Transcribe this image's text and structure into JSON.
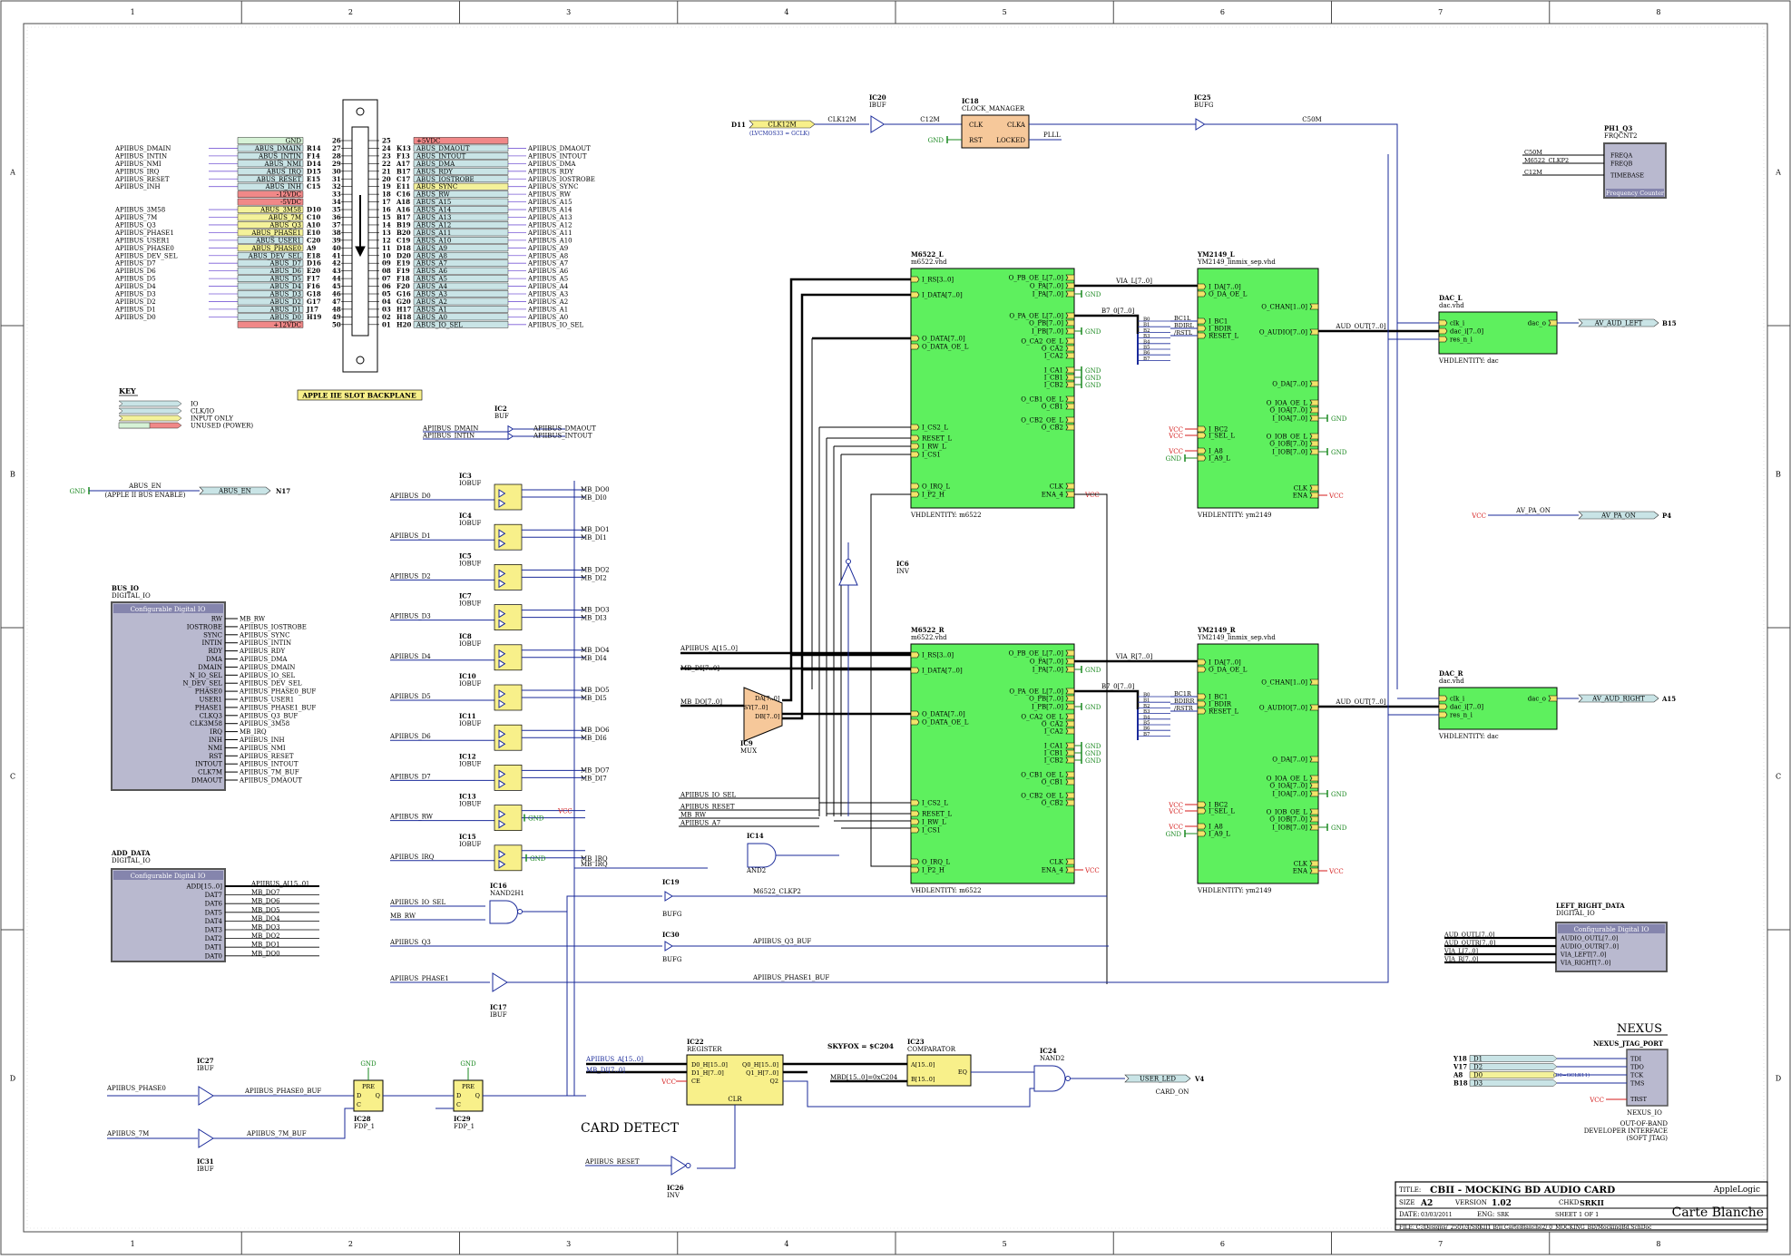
{
  "frame": {
    "columns": [
      "1",
      "2",
      "3",
      "4",
      "5",
      "6",
      "7",
      "8"
    ],
    "rows": [
      "A",
      "B",
      "C",
      "D"
    ]
  },
  "legend": {
    "title": "KEY",
    "items": [
      "IO",
      "CLK/IO",
      "INPUT ONLY",
      "UNUSED (POWER)"
    ]
  },
  "backplane": {
    "title": "APPLE IIE SLOT BACKPLANE",
    "left_rows": [
      {
        "sig": "",
        "lbl": "GND",
        "pin": "",
        "num": "26",
        "kind": "gnd"
      },
      {
        "sig": "APIIBUS_DMAIN",
        "lbl": "ABUS_DMAIN",
        "pin": "R14",
        "num": "27",
        "kind": "io"
      },
      {
        "sig": "APIIBUS_INTIN",
        "lbl": "ABUS_INTIN",
        "pin": "F14",
        "num": "28",
        "kind": "io"
      },
      {
        "sig": "APIIBUS_NMI",
        "lbl": "ABUS_NMI",
        "pin": "D14",
        "num": "29",
        "kind": "io"
      },
      {
        "sig": "APIIBUS_IRQ",
        "lbl": "ABUS_IRQ",
        "pin": "D15",
        "num": "30",
        "kind": "io"
      },
      {
        "sig": "APIIBUS_RESET",
        "lbl": "ABUS_RESET",
        "pin": "E15",
        "num": "31",
        "kind": "io"
      },
      {
        "sig": "APIIBUS_INH",
        "lbl": "ABUS_INH",
        "pin": "C15",
        "num": "32",
        "kind": "io"
      },
      {
        "sig": "",
        "lbl": "-12VDC",
        "pin": "",
        "num": "33",
        "kind": "pwr"
      },
      {
        "sig": "",
        "lbl": "-5VDC",
        "pin": "",
        "num": "34",
        "kind": "pwr"
      },
      {
        "sig": "APIIBUS_3M58",
        "lbl": "ABUS_3M58",
        "pin": "D10",
        "num": "35",
        "kind": "in"
      },
      {
        "sig": "APIIBUS_7M",
        "lbl": "ABUS_7M",
        "pin": "C10",
        "num": "36",
        "kind": "in"
      },
      {
        "sig": "APIIBUS_Q3",
        "lbl": "ABUS_Q3",
        "pin": "A10",
        "num": "37",
        "kind": "in"
      },
      {
        "sig": "APIIBUS_PHASE1",
        "lbl": "ABUS_PHASE1",
        "pin": "E10",
        "num": "38",
        "kind": "in"
      },
      {
        "sig": "APIIBUS_USER1",
        "lbl": "ABUS_USER1",
        "pin": "C20",
        "num": "39",
        "kind": "io"
      },
      {
        "sig": "APIIBUS_PHASE0",
        "lbl": "ABUS_PHASE0",
        "pin": "A9",
        "num": "40",
        "kind": "in"
      },
      {
        "sig": "APIIBUS_DEV_SEL",
        "lbl": "ABUS_DEV_SEL",
        "pin": "E18",
        "num": "41",
        "kind": "io"
      },
      {
        "sig": "APIIBUS_D7",
        "lbl": "ABUS_D7",
        "pin": "D16",
        "num": "42",
        "kind": "io"
      },
      {
        "sig": "APIIBUS_D6",
        "lbl": "ABUS_D6",
        "pin": "E20",
        "num": "43",
        "kind": "io"
      },
      {
        "sig": "APIIBUS_D5",
        "lbl": "ABUS_D5",
        "pin": "F17",
        "num": "44",
        "kind": "io"
      },
      {
        "sig": "APIIBUS_D4",
        "lbl": "ABUS_D4",
        "pin": "F16",
        "num": "45",
        "kind": "io"
      },
      {
        "sig": "APIIBUS_D3",
        "lbl": "ABUS_D3",
        "pin": "G18",
        "num": "46",
        "kind": "io"
      },
      {
        "sig": "APIIBUS_D2",
        "lbl": "ABUS_D2",
        "pin": "G17",
        "num": "47",
        "kind": "io"
      },
      {
        "sig": "APIIBUS_D1",
        "lbl": "ABUS_D1",
        "pin": "J17",
        "num": "48",
        "kind": "io"
      },
      {
        "sig": "APIIBUS_D0",
        "lbl": "ABUS_D0",
        "pin": "H19",
        "num": "49",
        "kind": "io"
      },
      {
        "sig": "",
        "lbl": "+12VDC",
        "pin": "",
        "num": "50",
        "kind": "pwr"
      }
    ],
    "right_rows": [
      {
        "num": "25",
        "pin": "",
        "lbl": "+5VDC",
        "sig": "",
        "kind": "pwr"
      },
      {
        "num": "24",
        "pin": "K13",
        "lbl": "ABUS_DMAOUT",
        "sig": "APIIBUS_DMAOUT",
        "kind": "io"
      },
      {
        "num": "23",
        "pin": "F13",
        "lbl": "ABUS_INTOUT",
        "sig": "APIIBUS_INTOUT",
        "kind": "io"
      },
      {
        "num": "22",
        "pin": "A17",
        "lbl": "ABUS_DMA",
        "sig": "APIIBUS_DMA",
        "kind": "io"
      },
      {
        "num": "21",
        "pin": "B17",
        "lbl": "ABUS_RDY",
        "sig": "APIIBUS_RDY",
        "kind": "io"
      },
      {
        "num": "20",
        "pin": "C17",
        "lbl": "ABUS_IOSTROBE",
        "sig": "APIIBUS_IOSTROBE",
        "kind": "io"
      },
      {
        "num": "19",
        "pin": "E11",
        "lbl": "ABUS_SYNC",
        "sig": "APIIBUS_SYNC",
        "kind": "in"
      },
      {
        "num": "18",
        "pin": "C16",
        "lbl": "ABUS_RW",
        "sig": "APIIBUS_RW",
        "kind": "io"
      },
      {
        "num": "17",
        "pin": "A18",
        "lbl": "ABUS_A15",
        "sig": "APIIBUS_A15",
        "kind": "io"
      },
      {
        "num": "16",
        "pin": "A16",
        "lbl": "ABUS_A14",
        "sig": "APIIBUS_A14",
        "kind": "io"
      },
      {
        "num": "15",
        "pin": "B17",
        "lbl": "ABUS_A13",
        "sig": "APIIBUS_A13",
        "kind": "io"
      },
      {
        "num": "14",
        "pin": "B19",
        "lbl": "ABUS_A12",
        "sig": "APIIBUS_A12",
        "kind": "io"
      },
      {
        "num": "13",
        "pin": "B20",
        "lbl": "ABUS_A11",
        "sig": "APIIBUS_A11",
        "kind": "io"
      },
      {
        "num": "12",
        "pin": "C19",
        "lbl": "ABUS_A10",
        "sig": "APIIBUS_A10",
        "kind": "io"
      },
      {
        "num": "11",
        "pin": "D18",
        "lbl": "ABUS_A9",
        "sig": "APIIBUS_A9",
        "kind": "io"
      },
      {
        "num": "10",
        "pin": "D20",
        "lbl": "ABUS_A8",
        "sig": "APIIBUS_A8",
        "kind": "io"
      },
      {
        "num": "09",
        "pin": "E19",
        "lbl": "ABUS_A7",
        "sig": "APIIBUS_A7",
        "kind": "io"
      },
      {
        "num": "08",
        "pin": "F19",
        "lbl": "ABUS_A6",
        "sig": "APIIBUS_A6",
        "kind": "io"
      },
      {
        "num": "07",
        "pin": "F18",
        "lbl": "ABUS_A5",
        "sig": "APIIBUS_A5",
        "kind": "io"
      },
      {
        "num": "06",
        "pin": "F20",
        "lbl": "ABUS_A4",
        "sig": "APIIBUS_A4",
        "kind": "io"
      },
      {
        "num": "05",
        "pin": "G16",
        "lbl": "ABUS_A3",
        "sig": "APIIBUS_A3",
        "kind": "io"
      },
      {
        "num": "04",
        "pin": "G20",
        "lbl": "ABUS_A2",
        "sig": "APIIBUS_A2",
        "kind": "io"
      },
      {
        "num": "03",
        "pin": "H17",
        "lbl": "ABUS_A1",
        "sig": "APIIBUS_A1",
        "kind": "io"
      },
      {
        "num": "02",
        "pin": "H18",
        "lbl": "ABUS_A0",
        "sig": "APIIBUS_A0",
        "kind": "io"
      },
      {
        "num": "01",
        "pin": "H20",
        "lbl": "ABUS_IO_SEL",
        "sig": "APIIBUS_IO_SEL",
        "kind": "io"
      }
    ]
  },
  "clocking": {
    "pad": "D11",
    "clk_pad": "CLK12M",
    "pad_note": "(LVCMOS33 = GCLK)",
    "net_clk12m": "CLK12M",
    "net_c12m": "C12M",
    "net_c50m": "C50M",
    "net_pll": "PLLL",
    "ic20": {
      "ref": "IC20",
      "type": "IBUF"
    },
    "ic18": {
      "ref": "IC18",
      "type": "CLOCK_MANAGER",
      "pins": [
        "CLK",
        "RST",
        "CLKA",
        "LOCKED"
      ]
    },
    "ic25": {
      "ref": "IC25",
      "type": "BUFG"
    },
    "gnd": "GND"
  },
  "freq_counter": {
    "ref": "PH1_Q3",
    "type": "FRQCNT2",
    "footer": "Frequency Counter",
    "pins": [
      "FREQA",
      "FREQB",
      "TIMEBASE"
    ],
    "nets": [
      "C50M",
      "M6522_CLKP2",
      "C12M"
    ]
  },
  "m6522_l": {
    "ref": "M6522_L",
    "file": "m6522.vhd",
    "entity": "VHDLENTITY: m6522",
    "left": [
      "I_RS[3..0]",
      "I_DATA[7..0]",
      "O_DATA[7..0]",
      "O_DATA_OE_L",
      "I_CS2_L",
      "RESET_L",
      "I_RW_L",
      "I_CS1",
      "O_IRQ_L",
      "I_P2_H"
    ],
    "right": [
      "O_PB_OE_L[7..0]",
      "O_PA[7..0]",
      "I_PA[7..0]",
      "O_PA_OE_L[7..0]",
      "O_PB[7..0]",
      "I_PB[7..0]",
      "O_CA2_OE_L",
      "O_CA2",
      "I_CA2",
      "I_CA1",
      "I_CB1",
      "I_CB2",
      "O_CB1_OE_L",
      "O_CB1",
      "O_CB2_OE_L",
      "O_CB2",
      "CLK",
      "ENA_4"
    ]
  },
  "m6522_r": {
    "ref": "M6522_R",
    "file": "m6522.vhd",
    "entity": "VHDLENTITY: m6522",
    "left": [
      "I_RS[3..0]",
      "I_DATA[7..0]",
      "O_DATA[7..0]",
      "O_DATA_OE_L",
      "I_CS2_L",
      "RESET_L",
      "I_RW_L",
      "I_CS1",
      "O_IRQ_L",
      "I_P2_H"
    ],
    "right": [
      "O_PB_OE_L[7..0]",
      "O_PA[7..0]",
      "I_PA[7..0]",
      "O_PA_OE_L[7..0]",
      "O_PB[7..0]",
      "I_PB[7..0]",
      "O_CA2_OE_L",
      "O_CA2",
      "I_CA2",
      "I_CA1",
      "I_CB1",
      "I_CB2",
      "O_CB1_OE_L",
      "O_CB1",
      "O_CB2_OE_L",
      "O_CB2",
      "CLK",
      "ENA_4"
    ]
  },
  "ym_l": {
    "ref": "YM2149_L",
    "file": "YM2149_linmix_sep.vhd",
    "entity": "VHDLENTITY: ym2149",
    "left": [
      "I_DA[7..0]",
      "O_DA_OE_L",
      "I_BC1",
      "I_BDIR",
      "RESET_L",
      "I_BC2",
      "I_SEL_L",
      "I_A8",
      "I_A9_L"
    ],
    "right": [
      "O_CHAN[1..0]",
      "O_AUDIO[7..0]",
      "O_DA[7..0]",
      "O_IOA_OE_L",
      "O_IOA[7..0]",
      "I_IOA[7..0]",
      "O_IOB_OE_L",
      "O_IOB[7..0]",
      "I_IOB[7..0]",
      "CLK",
      "ENA"
    ],
    "via_net": "VIA_L[7..0]",
    "b7_net": "B7_0[7..0]",
    "aud_net": "AUD_OUT[7..0]",
    "bc_nets": [
      "BC1L",
      "BDIRL",
      "/RSTL"
    ]
  },
  "ym_r": {
    "ref": "YM2149_R",
    "file": "YM2149_linmix_sep.vhd",
    "entity": "VHDLENTITY: ym2149",
    "left": [
      "I_DA[7..0]",
      "O_DA_OE_L",
      "I_BC1",
      "I_BDIR",
      "RESET_L",
      "I_BC2",
      "I_SEL_L",
      "I_A8",
      "I_A9_L"
    ],
    "right": [
      "O_CHAN[1..0]",
      "O_AUDIO[7..0]",
      "O_DA[7..0]",
      "O_IOA_OE_L",
      "O_IOA[7..0]",
      "I_IOA[7..0]",
      "O_IOB_OE_L",
      "O_IOB[7..0]",
      "I_IOB[7..0]",
      "CLK",
      "ENA"
    ],
    "via_net": "VIA_R[7..0]",
    "b7_net": "B7_0[7..0]",
    "aud_net": "AUD_OUT[7..0]",
    "bc_nets": [
      "BC1R",
      "BDIRR",
      "/RSTR"
    ]
  },
  "dac_l": {
    "ref": "DAC_L",
    "file": "dac.vhd",
    "entity": "VHDLENTITY: dac",
    "pins": [
      "clk_i",
      "dac_i[7..0]",
      "res_n_i",
      "dac_o"
    ],
    "out_label": "AV_AUD_LEFT",
    "out_pin": "B15"
  },
  "dac_r": {
    "ref": "DAC_R",
    "file": "dac.vhd",
    "entity": "VHDLENTITY: dac",
    "pins": [
      "clk_i",
      "dac_i[7..0]",
      "res_n_i",
      "dac_o"
    ],
    "out_label": "AV_AUD_RIGHT",
    "out_pin": "A15"
  },
  "av_pa": {
    "net": "AV_PA_ON",
    "label": "AV_PA_ON",
    "pin": "P4",
    "vcc": "VCC"
  },
  "abus_en": {
    "gnd": "GND",
    "net": "ABUS_EN",
    "note": "(APPLE II BUS ENABLE)",
    "label": "ABUS_EN",
    "pin": "N17"
  },
  "ic2": {
    "ref": "IC2",
    "type": "BUF",
    "in": [
      "APIIBUS_DMAIN",
      "APIIBUS_INTIN"
    ],
    "out": [
      "APIIBUS_DMAOUT",
      "APIIBUS_INTOUT"
    ]
  },
  "iobufs": [
    {
      "ref": "IC3",
      "in": "APIIBUS_D0",
      "outs": [
        "MB_DO0",
        "MB_DI0"
      ]
    },
    {
      "ref": "IC4",
      "in": "APIIBUS_D1",
      "outs": [
        "MB_DO1",
        "MB_DI1"
      ]
    },
    {
      "ref": "IC5",
      "in": "APIIBUS_D2",
      "outs": [
        "MB_DO2",
        "MB_DI2"
      ]
    },
    {
      "ref": "IC7",
      "in": "APIIBUS_D3",
      "outs": [
        "MB_DO3",
        "MB_DI3"
      ]
    },
    {
      "ref": "IC8",
      "in": "APIIBUS_D4",
      "outs": [
        "MB_DO4",
        "MB_DI4"
      ]
    },
    {
      "ref": "IC10",
      "in": "APIIBUS_D5",
      "outs": [
        "MB_DO5",
        "MB_DI5"
      ]
    },
    {
      "ref": "IC11",
      "in": "APIIBUS_D6",
      "outs": [
        "MB_DO6",
        "MB_DI6"
      ]
    },
    {
      "ref": "IC12",
      "in": "APIIBUS_D7",
      "outs": [
        "MB_DO7",
        "MB_DI7"
      ]
    },
    {
      "ref": "IC13",
      "in": "APIIBUS_RW",
      "outs": [
        "VCC",
        "GND"
      ]
    },
    {
      "ref": "IC15",
      "in": "APIIBUS_IRQ",
      "outs": [
        "GND",
        "MB_IRQ"
      ]
    }
  ],
  "iobuf_type": "IOBUF",
  "bus_io": {
    "ref": "BUS_IO",
    "type": "DIGITAL_IO",
    "header": "Configurable Digital IO",
    "pins": [
      "RW",
      "IOSTROBE",
      "SYNC",
      "INTIN",
      "RDY",
      "DMA",
      "DMAIN",
      "N_IO_SEL",
      "N_DEV_SEL",
      "PHASE0",
      "USER1",
      "PHASE1",
      "CLKQ3",
      "CLK3M58",
      "IRQ",
      "INH",
      "NMI",
      "RST",
      "INTOUT",
      "CLK7M",
      "DMAOUT"
    ],
    "nets": [
      "MB_RW",
      "APIIBUS_IOSTROBE",
      "APIIBUS_SYNC",
      "APIIBUS_INTIN",
      "APIIBUS_RDY",
      "APIIBUS_DMA",
      "APIIBUS_DMAIN",
      "APIIBUS_IO_SEL",
      "APIIBUS_DEV_SEL",
      "APIIBUS_PHASE0_BUF",
      "APIIBUS_USER1",
      "APIIBUS_PHASE1_BUF",
      "APIIBUS_Q3_BUF",
      "APIIBUS_3M58",
      "MB_IRQ",
      "APIIBUS_INH",
      "APIIBUS_NMI",
      "APIIBUS_RESET",
      "APIIBUS_INTOUT",
      "APIIBUS_7M_BUF",
      "APIIBUS_DMAOUT"
    ]
  },
  "add_data": {
    "ref": "ADD_DATA",
    "type": "DIGITAL_IO",
    "header": "Configurable Digital IO",
    "pins": [
      "ADD[15..0]",
      "DAT7",
      "DAT6",
      "DAT5",
      "DAT4",
      "DAT3",
      "DAT2",
      "DAT1",
      "DAT0"
    ],
    "nets": [
      "APIIBUS_A[15..0]",
      "MB_DO7",
      "MB_DO6",
      "MB_DO5",
      "MB_DO4",
      "MB_DO3",
      "MB_DO2",
      "MB_DO1",
      "MB_DO0"
    ]
  },
  "mux": {
    "ref": "IC9",
    "type": "MUX",
    "pins": [
      "DA[7..0]",
      "SY[7..0]",
      "DB[7..0]"
    ],
    "nets": [
      "APIIBUS_A[15..0]",
      "MB_DI[7..0]",
      "MB_DO[7..0]"
    ]
  },
  "ic6": {
    "ref": "IC6",
    "type": "INV"
  },
  "ic14": {
    "ref": "IC14",
    "type": "AND2"
  },
  "ic16": {
    "ref": "IC16",
    "type": "NAND2H1"
  },
  "ic19": {
    "ref": "IC19",
    "type": "BUFG",
    "net": "M6522_CLKP2"
  },
  "ic30": {
    "ref": "IC30",
    "type": "BUFG",
    "net": "APIIBUS_Q3_BUF"
  },
  "ic17": {
    "ref": "IC17",
    "type": "IBUF",
    "net": "APIIBUS_PHASE1_BUF"
  },
  "ctrl_nets": {
    "io_sel": "APIIBUS_IO_SEL",
    "reset": "APIIBUS_RESET",
    "mb_rw": "MB_RW",
    "a7": "APIIBUS_A7",
    "q3": "APIIBUS_Q3",
    "phase1": "APIIBUS_PHASE1",
    "irq": "MB_IRQ"
  },
  "ic22": {
    "ref": "IC22",
    "type": "REGISTER",
    "pins": [
      "D0_H[15..0]",
      "D1_H[7..0]",
      "CE",
      "Q0_H[15..0]",
      "Q1_H[7..0]",
      "Q2",
      "CLR"
    ],
    "nets": [
      "APIIBUS_A[15..0]",
      "MB_DI[7..0]"
    ],
    "vcc": "VCC"
  },
  "skyfox": {
    "title": "SKYFOX = $C204",
    "net": "MBD[15..0]=0xC204"
  },
  "ic23": {
    "ref": "IC23",
    "type": "COMPARATOR",
    "pins": [
      "A[15..0]",
      "B[15..0]",
      "EQ"
    ]
  },
  "ic24": {
    "ref": "IC24",
    "type": "NAND2",
    "label": "USER_LED",
    "pin": "V4",
    "net": "CARD_ON"
  },
  "card_detect": "CARD DETECT",
  "ic26": {
    "ref": "IC26",
    "type": "INV",
    "net": "APIIBUS_RESET"
  },
  "ic27": {
    "ref": "IC27",
    "type": "IBUF",
    "in": "APIIBUS_PHASE0",
    "out": "APIIBUS_PHASE0_BUF"
  },
  "ic31": {
    "ref": "IC31",
    "type": "IBUF",
    "in": "APIIBUS_7M",
    "out": "APIIBUS_7M_BUF"
  },
  "ic28": {
    "ref": "IC28",
    "type": "FDP_1",
    "gnd": "GND",
    "pins": [
      "PRE",
      "D",
      "C",
      "Q"
    ]
  },
  "ic29": {
    "ref": "IC29",
    "type": "FDP_1",
    "gnd": "GND",
    "pins": [
      "PRE",
      "D",
      "C",
      "Q"
    ]
  },
  "lr_data": {
    "ref": "LEFT_RIGHT_DATA",
    "type": "DIGITAL_IO",
    "header": "Configurable Digital IO",
    "pins": [
      "AUDIO_OUTL[7..0]",
      "AUDIO_OUTR[7..0]",
      "VIA_LEFT[7..0]",
      "VIA_RIGHT[7..0]"
    ],
    "nets": [
      "AUD_OUTL[7..0]",
      "AUD_OUTR[7..0]",
      "VIA_L[7..0]",
      "VIA_R[7..0]"
    ]
  },
  "nexus": {
    "title": "NEXUS",
    "ref": "NEXUS_JTAG_PORT",
    "type": "NEXUS_IO",
    "desc": [
      "OUT-OF-BAND",
      "DEVELOPER INTERFACE",
      "(SOFT JTAG)"
    ],
    "pads": [
      {
        "pin": "Y18",
        "lbl": "D1",
        "sig": "TDI"
      },
      {
        "pin": "V17",
        "lbl": "D2",
        "sig": "TDO"
      },
      {
        "pin": "A8",
        "lbl": "D0",
        "sig": "TCK"
      },
      {
        "pin": "B18",
        "lbl": "D3",
        "sig": "TMS"
      }
    ],
    "note": "(D0=GCLK11)",
    "trst": "TRST",
    "vcc": "VCC"
  },
  "title_block": {
    "title_lbl": "TITLE:",
    "title": "CBII - MOCKING BD AUDIO CARD",
    "company": "AppleLogic",
    "size_lbl": "SIZE",
    "size": "A2",
    "version_lbl": "VERSION",
    "version": "1.02",
    "chkd_lbl": "CHKD",
    "chkd": "SRKII",
    "brand": "Carte Blanche",
    "date_lbl": "DATE:",
    "date": "03/03/2011",
    "eng_lbl": "ENG:",
    "eng": "SRK",
    "sheet": "SHEET 1 OF 1",
    "file": "FILE: C:/Designs/_2501/4/SRKII1 B/Il CarteBlanche2/ 0_MOCKING_BD/MockingBd.SchDoc"
  },
  "colors": {
    "frame": "#4a4a4a",
    "wire": "#1a2a9a",
    "bus": "#000000",
    "green_block": "#5ef05e",
    "box": "#b9b9cf",
    "box_header": "#8585ad",
    "io_fill": "#c9e4e6",
    "in_fill": "#f4f29a",
    "pwr_fill": "#f08888",
    "gnd_fill": "#d6f2d6",
    "yellow": "#f8f08a",
    "orange": "#f6c89a",
    "pin_yellow": "#f2e46a",
    "power_green": "#19881f",
    "vcc_red": "#d41a1a"
  }
}
